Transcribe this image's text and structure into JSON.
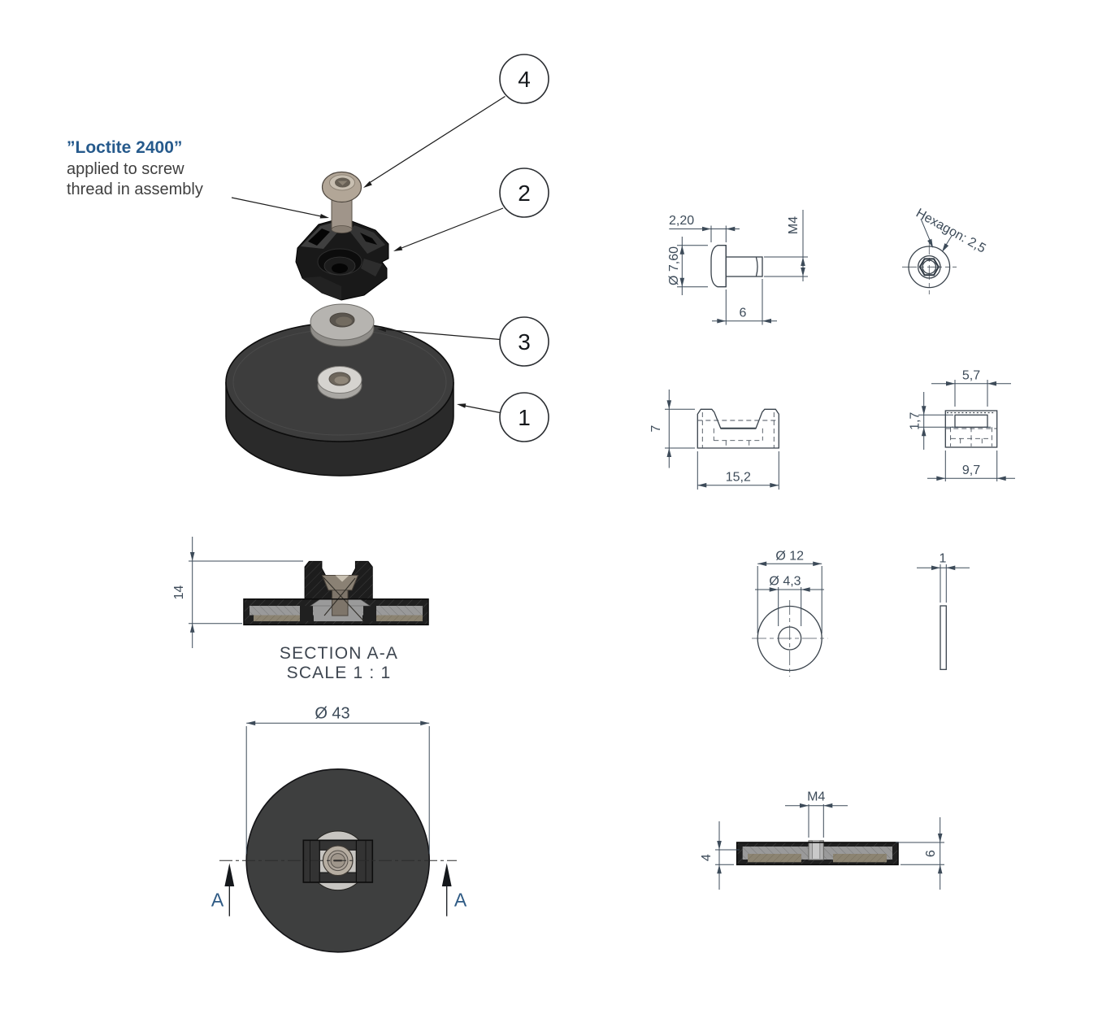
{
  "note": {
    "line1": "”Loctite 2400”",
    "line2": "applied to screw",
    "line3": "thread in assembly"
  },
  "balloons": [
    {
      "label": "4"
    },
    {
      "label": "2"
    },
    {
      "label": "3"
    },
    {
      "label": "1"
    }
  ],
  "views": {
    "screw_side": {
      "head_height": "2,20",
      "head_dia": "Ø 7,60",
      "thread": "M4",
      "length": "6"
    },
    "screw_end": {
      "hex": "Hexagon: 2,5"
    },
    "mount_front": {
      "height": "7",
      "width": "15,2"
    },
    "mount_side": {
      "slot_width": "5,7",
      "slot_height": "1,7",
      "width": "9,7"
    },
    "section": {
      "title": "SECTION A-A",
      "scale": "SCALE 1 : 1",
      "height": "14"
    },
    "washer_front": {
      "outer_dia": "Ø 12",
      "hole_dia": "Ø 4,3"
    },
    "washer_side": {
      "thickness": "1"
    },
    "top": {
      "dia": "Ø 43",
      "cut_left": "A",
      "cut_right": "A"
    },
    "magnet_section": {
      "thread": "M4",
      "inner_height": "4",
      "total_height": "6"
    }
  },
  "colors": {
    "note_blue": "#265a8c",
    "dim_text": "#3d4b59",
    "section_letter": "#2e5a84",
    "rubber": "#202020",
    "steel": "#9a9a9a",
    "magnet": "#8c8472",
    "washer": "#b6b4b0",
    "screw": "#b3a698"
  }
}
